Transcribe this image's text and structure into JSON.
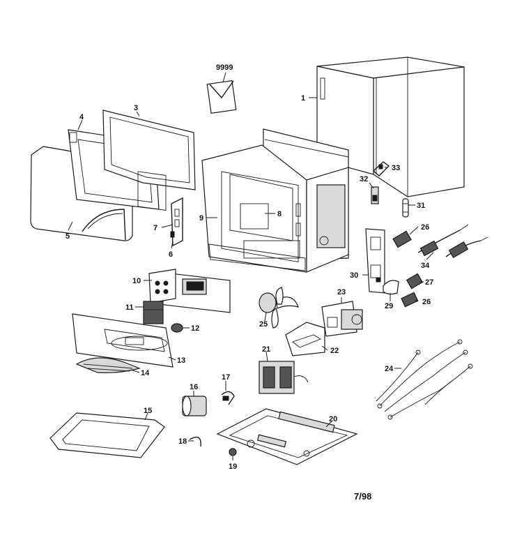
{
  "diagram": {
    "date_code": "7/98",
    "callouts": [
      {
        "id": "c1",
        "label": "1"
      },
      {
        "id": "c3",
        "label": "3"
      },
      {
        "id": "c4",
        "label": "4"
      },
      {
        "id": "c5",
        "label": "5"
      },
      {
        "id": "c6",
        "label": "6"
      },
      {
        "id": "c7",
        "label": "7"
      },
      {
        "id": "c8",
        "label": "8"
      },
      {
        "id": "c9",
        "label": "9"
      },
      {
        "id": "c10",
        "label": "10"
      },
      {
        "id": "c11",
        "label": "11"
      },
      {
        "id": "c12",
        "label": "12"
      },
      {
        "id": "c13",
        "label": "13"
      },
      {
        "id": "c14",
        "label": "14"
      },
      {
        "id": "c15",
        "label": "15"
      },
      {
        "id": "c16",
        "label": "16"
      },
      {
        "id": "c17",
        "label": "17"
      },
      {
        "id": "c18",
        "label": "18"
      },
      {
        "id": "c19",
        "label": "19"
      },
      {
        "id": "c20",
        "label": "20"
      },
      {
        "id": "c21",
        "label": "21"
      },
      {
        "id": "c22",
        "label": "22"
      },
      {
        "id": "c23",
        "label": "23"
      },
      {
        "id": "c24",
        "label": "24"
      },
      {
        "id": "c25",
        "label": "25"
      },
      {
        "id": "c26a",
        "label": "26"
      },
      {
        "id": "c26b",
        "label": "26"
      },
      {
        "id": "c27",
        "label": "27"
      },
      {
        "id": "c29",
        "label": "29"
      },
      {
        "id": "c30",
        "label": "30"
      },
      {
        "id": "c31",
        "label": "31"
      },
      {
        "id": "c32",
        "label": "32"
      },
      {
        "id": "c33",
        "label": "33"
      },
      {
        "id": "c34",
        "label": "34"
      },
      {
        "id": "c9999",
        "label": "9999"
      }
    ]
  }
}
